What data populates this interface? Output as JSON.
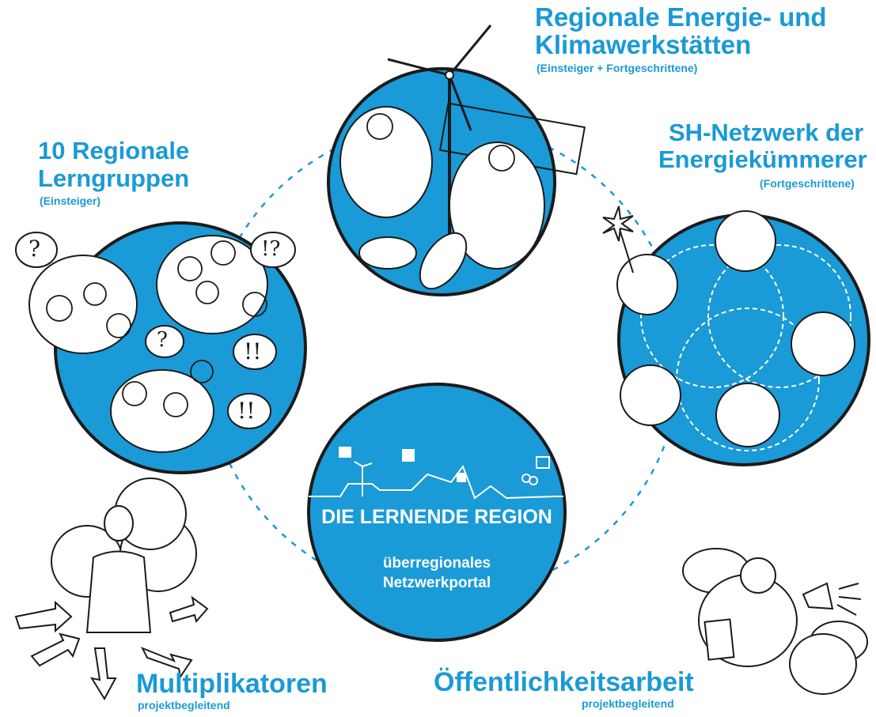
{
  "colors": {
    "accent": "#1a9ad6",
    "ink": "#1b1b1b",
    "white": "#ffffff"
  },
  "center": {
    "title": "DIE LERNENDE REGION",
    "line1": "überregionales",
    "line2": "Netzwerkportal"
  },
  "nodes": {
    "lerngruppen": {
      "title_line1": "10 Regionale",
      "title_line2": "Lerngruppen",
      "subtitle": "(Einsteiger)"
    },
    "werkstaetten": {
      "title_line1": "Regionale Energie- und",
      "title_line2": "Klimawerkstätten",
      "subtitle": "(Einsteiger + Fortgeschrittene)"
    },
    "netzwerk": {
      "title_line1": "SH-Netzwerk der",
      "title_line2": "Energiekümmerer",
      "subtitle": "(Fortgeschrittene)"
    },
    "multiplikatoren": {
      "title": "Multiplikatoren",
      "subtitle": "projektbegleitend"
    },
    "oeffentlichkeit": {
      "title": "Öffentlichkeitsarbeit",
      "subtitle": "projektbegleitend"
    }
  },
  "speech_marks": {
    "q1": "?",
    "q2": "?",
    "ex1": "!?",
    "ex2": "!!",
    "ex3": "!!"
  }
}
